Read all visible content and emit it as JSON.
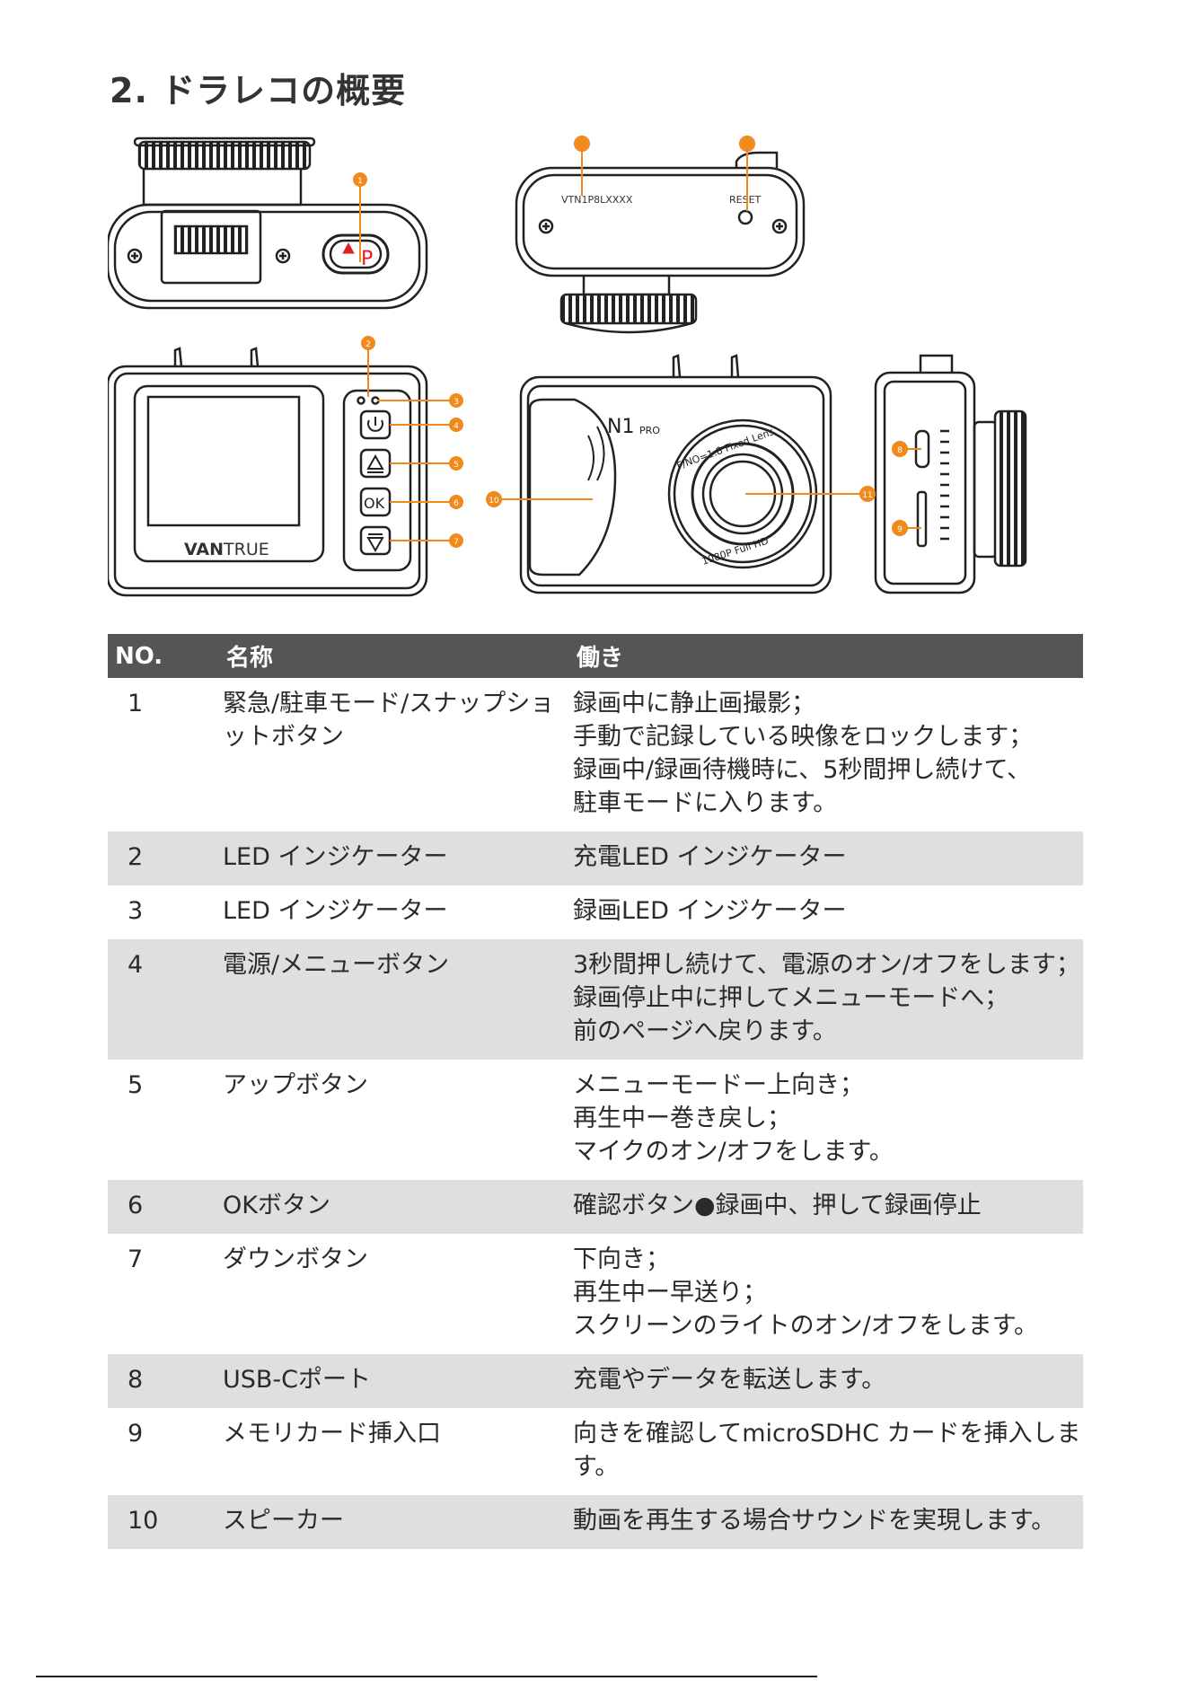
{
  "section_title": "2. ドラレコの概要",
  "figure": {
    "labels": {
      "serial": "VTN1P8LXXXX",
      "reset": "RESET",
      "brand_vant": "VAN",
      "brand_true": "TRUE",
      "model": "N1",
      "model_sub": "PRO",
      "lens_top": "F/NO=1.8 Fixed Lens",
      "lens_bottom": "1080P Full HD",
      "button_p": "P",
      "button_ok": "OK"
    },
    "callouts": [
      "1",
      "2",
      "3",
      "4",
      "5",
      "6",
      "7",
      "8",
      "9",
      "10",
      "11"
    ],
    "accent_color": "#f08a1c"
  },
  "table": {
    "headers": {
      "no": "NO.",
      "name": "名称",
      "function": "働き"
    },
    "rows": [
      {
        "no": "1",
        "name": "緊急/駐車モード/スナップショットボタン",
        "function": [
          "録画中に静止画撮影；",
          "手動で記録している映像をロックします；",
          "録画中/録画待機時に、5秒間押し続けて、",
          "駐車モードに入ります。"
        ],
        "shaded": false
      },
      {
        "no": "2",
        "name": "LED インジケーター",
        "function": [
          "充電LED インジケーター"
        ],
        "shaded": true
      },
      {
        "no": "3",
        "name": "LED インジケーター",
        "function": [
          "録画LED インジケーター"
        ],
        "shaded": false
      },
      {
        "no": "4",
        "name": "電源/メニューボタン",
        "function": [
          "3秒間押し続けて、電源のオン/オフをします；",
          "録画停止中に押してメニューモードへ；",
          "前のページへ戻ります。"
        ],
        "shaded": true
      },
      {
        "no": "5",
        "name": "アップボタン",
        "function": [
          "メニューモードー上向き；",
          "再生中ー巻き戻し；",
          "マイクのオン/オフをします。"
        ],
        "shaded": false
      },
      {
        "no": "6",
        "name": "OKボタン",
        "function": [
          "確認ボタン●録画中、押して録画停止"
        ],
        "shaded": true
      },
      {
        "no": "7",
        "name": "ダウンボタン",
        "function": [
          "下向き；",
          "再生中ー早送り；",
          "スクリーンのライトのオン/オフをします。"
        ],
        "shaded": false
      },
      {
        "no": "8",
        "name": "USB-Cポート",
        "function": [
          "充電やデータを転送します。"
        ],
        "shaded": true
      },
      {
        "no": "9",
        "name": "メモリカード挿入口",
        "function": [
          "向きを確認してmicroSDHC カードを挿入します。"
        ],
        "shaded": false
      },
      {
        "no": "10",
        "name": "スピーカー",
        "function": [
          "動画を再生する場合サウンドを実現します。"
        ],
        "shaded": true
      }
    ]
  }
}
